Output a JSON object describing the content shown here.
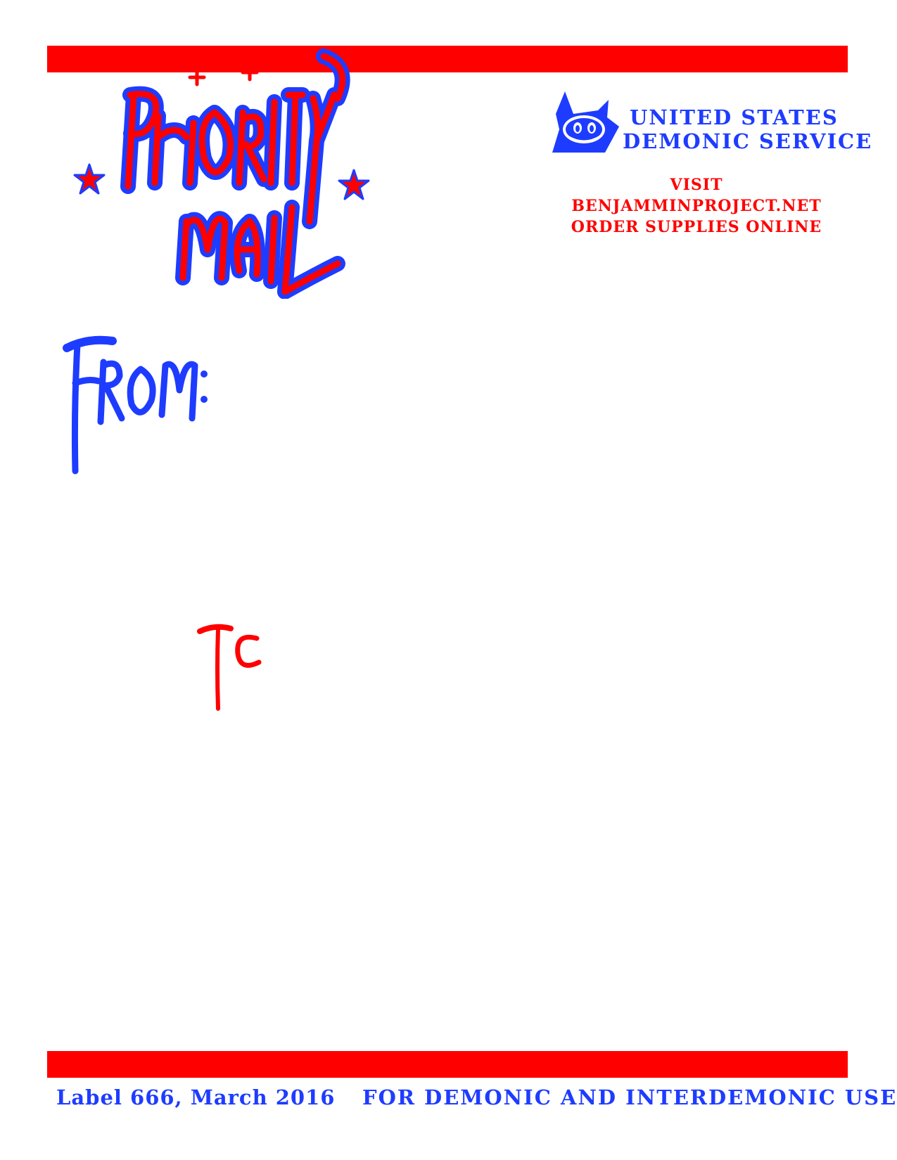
{
  "header": {
    "stamp_text": "PRIORITY MAIL",
    "org_line1": "UNITED STATES",
    "org_line2": "DEMONIC SERVICE",
    "promo_line1": "VISIT BENJAMMINPROJECT.NET",
    "promo_line2": "ORDER SUPPLIES ONLINE"
  },
  "address": {
    "from_label": "FROM:",
    "to_label": "TO"
  },
  "footer": {
    "label_info": "Label 666, March 2016",
    "usage_note": "FOR DEMONIC AND INTERDEMONIC USE"
  },
  "colors": {
    "red": "#ff0000",
    "blue": "#1e3cff"
  },
  "icons": {
    "logo": "horned-skull-logo",
    "stars": "pentagram-star"
  }
}
